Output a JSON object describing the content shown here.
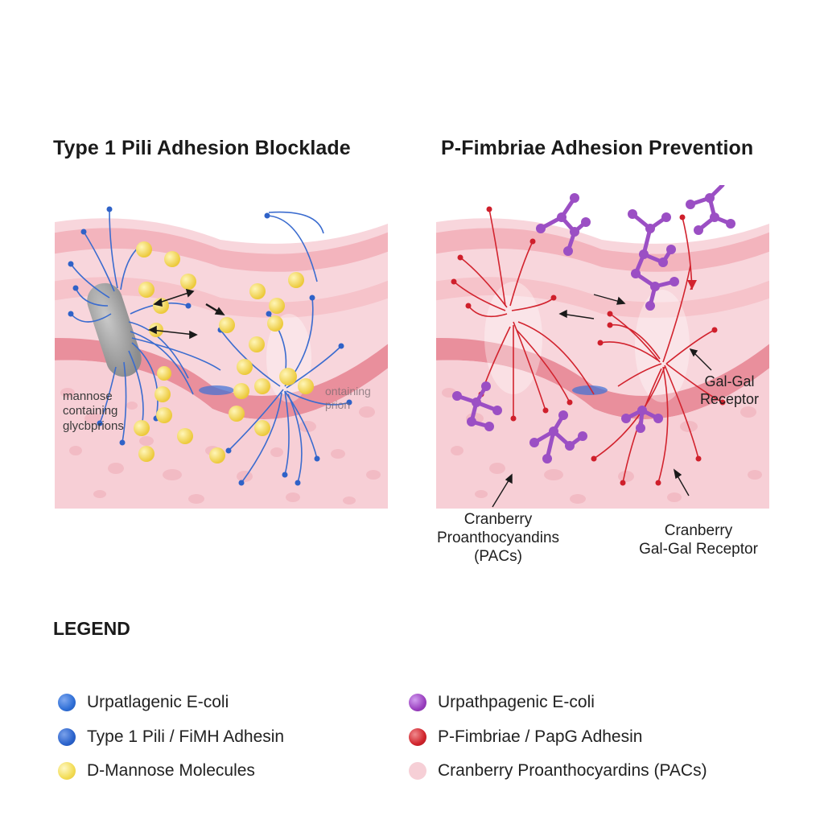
{
  "titles": {
    "left": "Type 1 Pili Adhesion Blocklade",
    "right": "P-Fimbriae Adhesion Prevention"
  },
  "left_panel": {
    "label_glyco": "mannose\ncontaining\nglycbprions",
    "label_faded": "ontaining\nprion"
  },
  "right_panel": {
    "label_galgal_receptor": "Gal-Gal\nReceptor",
    "label_pacs": "Cranberry\nProanthocyandins\n(PACs)",
    "label_cranberry_receptor": "Cranberry\nGal-Gal Receptor"
  },
  "legend": {
    "heading": "LEGEND",
    "left_items": [
      {
        "label": "Urpatlagenic E-coli",
        "color": "#2f6fd6"
      },
      {
        "label": "Type 1 Pili / FiMH Adhesin",
        "color": "#2b63cc"
      },
      {
        "label": "D-Mannose Molecules",
        "color": "#f2dc55"
      }
    ],
    "right_items": [
      {
        "label": "Urpathpagenic E-coli",
        "color": "#9a3fbf"
      },
      {
        "label": "P-Fimbriae / PapG Adhesin",
        "color": "#d0242c"
      },
      {
        "label": "Cranberry Proanthocyardins (PACs)",
        "color": "#f6cfd6"
      }
    ]
  },
  "colors": {
    "tissue_base": "#f7d3d9",
    "tissue_band": "#f0a9b3",
    "pili_blue": "#3a6fd0",
    "fimbriae_red": "#d2232e",
    "mannose_yellow": "#f4de66",
    "pac_purple": "#9b4fc4"
  }
}
